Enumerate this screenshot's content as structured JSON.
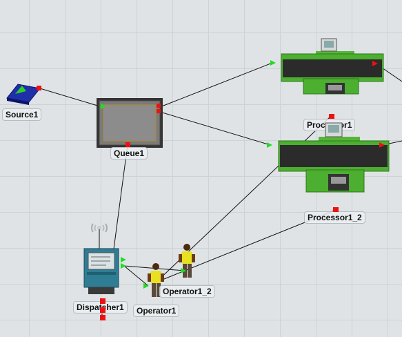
{
  "objects": {
    "source": {
      "label": "Source1"
    },
    "queue": {
      "label": "Queue1"
    },
    "processor_1": {
      "label": "Processor1"
    },
    "processor_2": {
      "label": "Processor1_2"
    },
    "dispatcher": {
      "label": "Dispatcher1"
    },
    "operator_1": {
      "label": "Operator1"
    },
    "operator_2": {
      "label": "Operator1_2"
    }
  },
  "colors": {
    "input_port": "#22dd22",
    "output_port": "#ee1111",
    "processor_frame": "#4caf30",
    "conveyor_belt": "#2b2b2b",
    "dispatcher_body": "#2f7d94",
    "operator_shirt": "#e8e020"
  },
  "icons": {
    "source": "blue-box-icon",
    "queue": "queue-platform-icon",
    "processor": "processor-machine-icon",
    "dispatcher": "dispatcher-tower-icon",
    "operator": "operator-person-icon"
  }
}
